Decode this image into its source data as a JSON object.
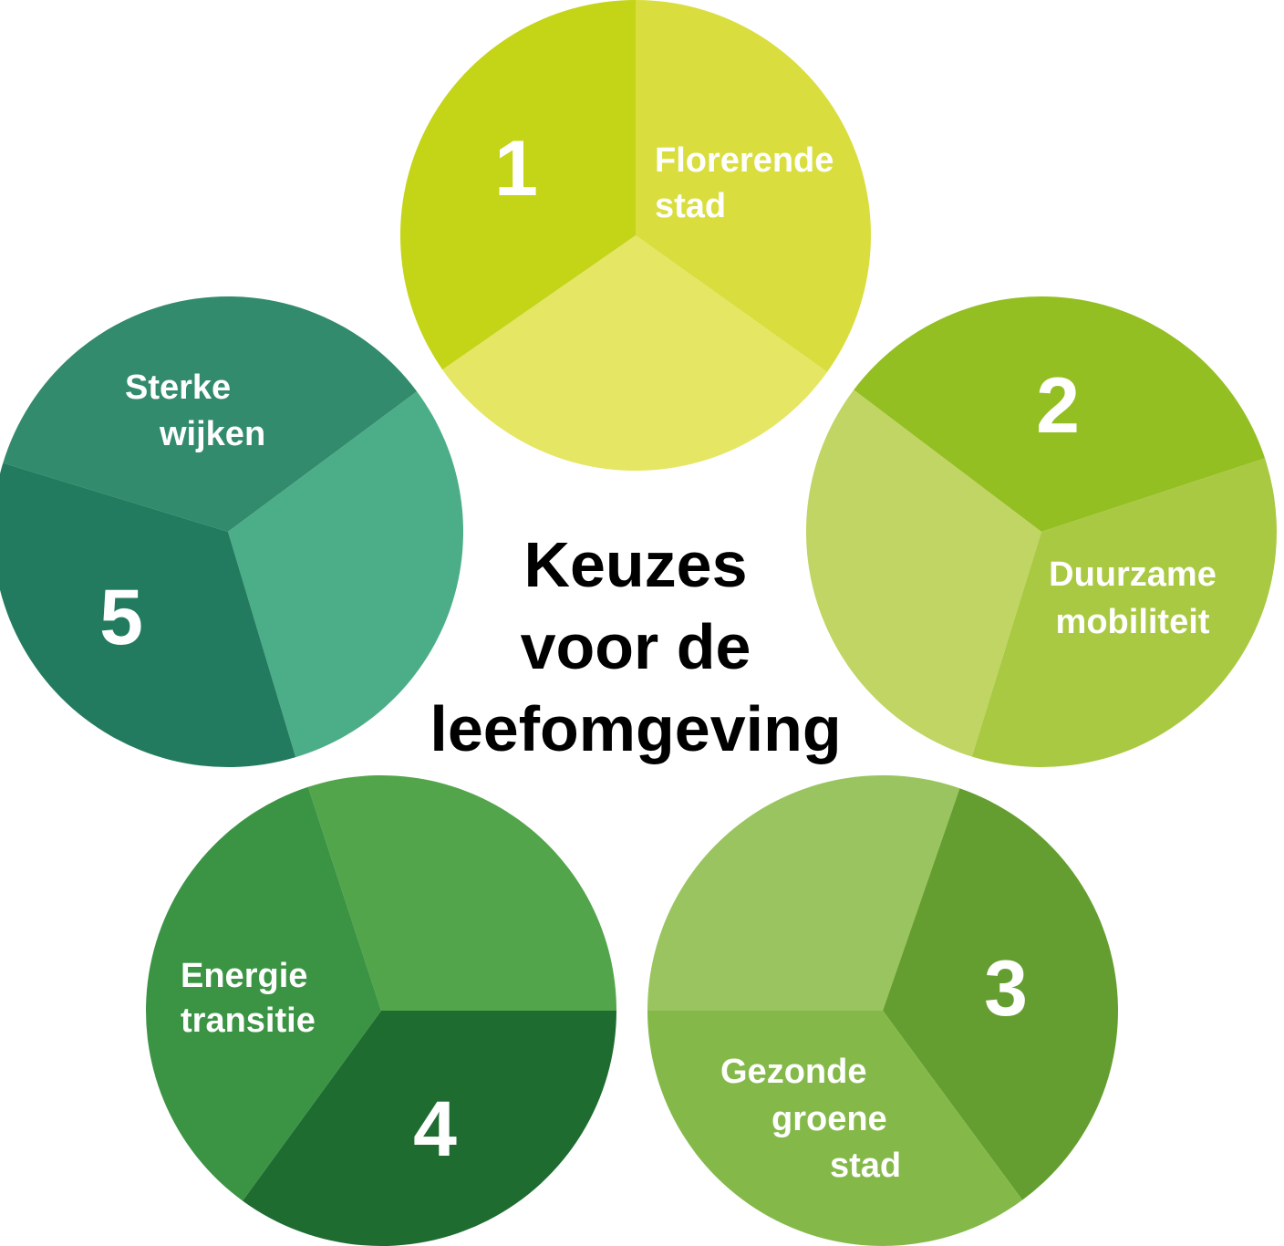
{
  "title_lines": [
    "Keuzes",
    "voor de",
    "leefomgeving"
  ],
  "title_color": "#000000",
  "label_color": "#ffffff",
  "circles": [
    {
      "number": "1",
      "label_lines": [
        "Florerende",
        "stad"
      ],
      "sector_colors": [
        "#d9de3e",
        "#e5e664",
        "#c4d417"
      ]
    },
    {
      "number": "2",
      "label_lines": [
        "Duurzame",
        "mobiliteit"
      ],
      "sector_colors": [
        "#93bf22",
        "#a9c943",
        "#c0d563"
      ]
    },
    {
      "number": "3",
      "label_lines": [
        "Gezonde",
        "groene",
        "stad"
      ],
      "sector_colors": [
        "#9ac45f",
        "#659e30",
        "#84b94a"
      ]
    },
    {
      "number": "4",
      "label_lines": [
        "Energie",
        "transitie"
      ],
      "sector_colors": [
        "#53a54b",
        "#1f6c31",
        "#3b9444"
      ]
    },
    {
      "number": "5",
      "label_lines": [
        "Sterke",
        "wijken"
      ],
      "sector_colors": [
        "#328b6c",
        "#4bae88",
        "#227b5f"
      ]
    }
  ]
}
